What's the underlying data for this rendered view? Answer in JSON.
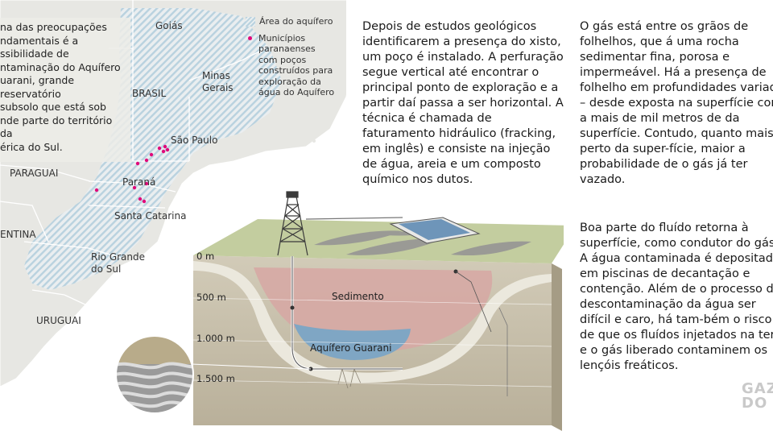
{
  "intro_lines": [
    "na das preocupações",
    "ndamentais é a",
    "ssibilidade de",
    "ntaminação do Aquífero",
    "uarani, grande reservatório",
    "subsolo que está sob",
    "nde parte do território da",
    "érica do Sul."
  ],
  "legend": {
    "aquifer": "Área do aquífero",
    "municipios": [
      "Municípios",
      "paranaenses",
      "com poços",
      "construídos para",
      "exploração da",
      "água do Aquífero"
    ]
  },
  "map_labels": {
    "goias": "Goiás",
    "minas": [
      "Minas",
      "Gerais"
    ],
    "brasil": "BRASIL",
    "sao_paulo": "São Paulo",
    "paraguai": "PARAGUAI",
    "parana": "Paraná",
    "santa_catarina": "Santa Catarina",
    "argentina": "ENTINA",
    "rio_grande": [
      "Rio Grande",
      "do Sul"
    ],
    "uruguai": "URUGUAI"
  },
  "colors": {
    "well_dot": "#e0097a",
    "aquifer": "#7fa6c4",
    "sediment": "#d6a9a4",
    "ground_top": "#c3cd9f",
    "map_land": "#e7e7e3"
  },
  "col2_lines": [
    "Depois de estudos geológicos",
    "identificarem a presença do xisto,",
    "um poço é instalado. A perfuração",
    "segue vertical até encontrar o",
    "principal ponto de exploração e a",
    "partir daí passa a ser horizontal. A",
    "técnica é chamada de",
    "faturamento hidráulico (fracking,",
    "em inglês) e consiste na injeção",
    "de água, areia e um composto",
    "químico nos dutos."
  ],
  "col3a_lines": [
    "O gás está entre os grãos de",
    "folhelhos, que á uma rocha",
    "sedimentar fina, porosa e",
    "impermeável. Há a presença de",
    "folhelho em profundidades variad",
    "– desde exposta na superfície com",
    "a mais de mil metros de da",
    "superfície. Contudo, quanto mais",
    "perto da super-fície, maior a",
    "probabilidade de o gás já ter",
    "vazado."
  ],
  "col3b_lines": [
    "Boa parte do fluído retorna à",
    "superfície, como condutor do gás",
    "A água contaminada é depositada",
    "em piscinas de decantação e",
    "contenção.  Além de o processo d",
    "descontaminação da água ser",
    "difícil e caro, há tam-bém o risco",
    "de que os fluídos injetados na terr",
    "e o gás liberado contaminem os",
    "lençóis freáticos."
  ],
  "diagram": {
    "depths": [
      "0 m",
      "500 m",
      "1.000 m",
      "1.500 m"
    ],
    "sedimento": "Sedimento",
    "aquifero": "Aquífero Guarani"
  },
  "logo": [
    "GAZE",
    "DO PO"
  ]
}
